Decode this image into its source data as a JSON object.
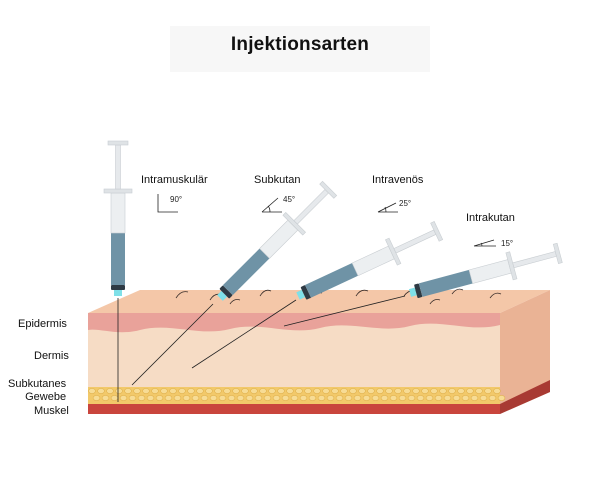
{
  "title": "Injektionsarten",
  "injections": [
    {
      "id": "intramuskular",
      "label": "Intramuskulär",
      "angle_label": "90°",
      "angle": 90
    },
    {
      "id": "subkutan",
      "label": "Subkutan",
      "angle_label": "45°",
      "angle": 45
    },
    {
      "id": "intravenos",
      "label": "Intravenös",
      "angle_label": "25°",
      "angle": 25
    },
    {
      "id": "intrakutan",
      "label": "Intrakutan",
      "angle_label": "15°",
      "angle": 15
    }
  ],
  "layers": [
    {
      "id": "epidermis",
      "label": "Epidermis"
    },
    {
      "id": "dermis",
      "label": "Dermis"
    },
    {
      "id": "subkutanes-gewebe",
      "label": "Subkutanes\nGewebe"
    },
    {
      "id": "muskel",
      "label": "Muskel"
    }
  ],
  "colors": {
    "epidermis_top": "#f4c7a8",
    "epidermis_band": "#e9a29a",
    "dermis": "#f6dcc5",
    "fat": "#f2c96a",
    "muscle": "#c9453d",
    "syringe_barrel": "#eceff1",
    "syringe_fluid": "#6f93a6",
    "syringe_tip": "#2e3a44",
    "needle_hub": "#7fe0e8"
  }
}
